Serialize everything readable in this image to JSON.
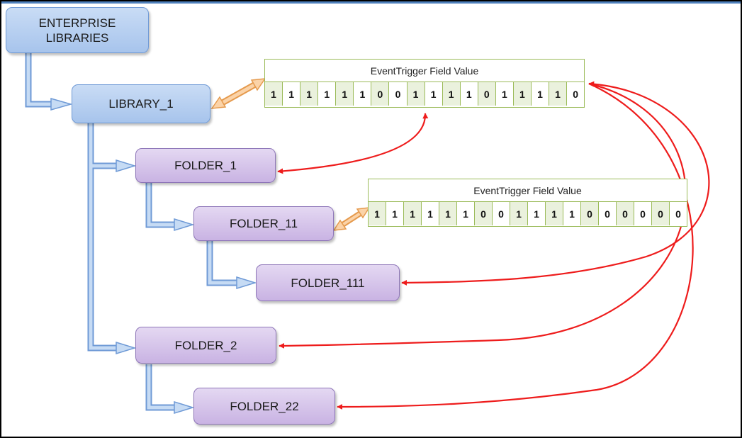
{
  "nodes": {
    "enterprise": "ENTERPRISE\nLIBRARIES",
    "library_1": "LIBRARY_1",
    "folder_1": "FOLDER_1",
    "folder_11": "FOLDER_11",
    "folder_111": "FOLDER_111",
    "folder_2": "FOLDER_2",
    "folder_22": "FOLDER_22"
  },
  "event_fields": [
    {
      "title": "EventTrigger Field  Value",
      "bits": [
        "1",
        "1",
        "1",
        "1",
        "1",
        "1",
        "0",
        "0",
        "1",
        "1",
        "1",
        "1",
        "0",
        "1",
        "1",
        "1",
        "1",
        "0"
      ]
    },
    {
      "title": "EventTrigger Field  Value",
      "bits": [
        "1",
        "1",
        "1",
        "1",
        "1",
        "1",
        "0",
        "0",
        "1",
        "1",
        "1",
        "1",
        "0",
        "0",
        "0",
        "0",
        "0",
        "0"
      ]
    }
  ],
  "colors": {
    "tree_connector": "#8db3e2",
    "orange_arrow": "#f7b97a",
    "red_arrow": "#ee1c1c",
    "field_border": "#9bbb59"
  }
}
